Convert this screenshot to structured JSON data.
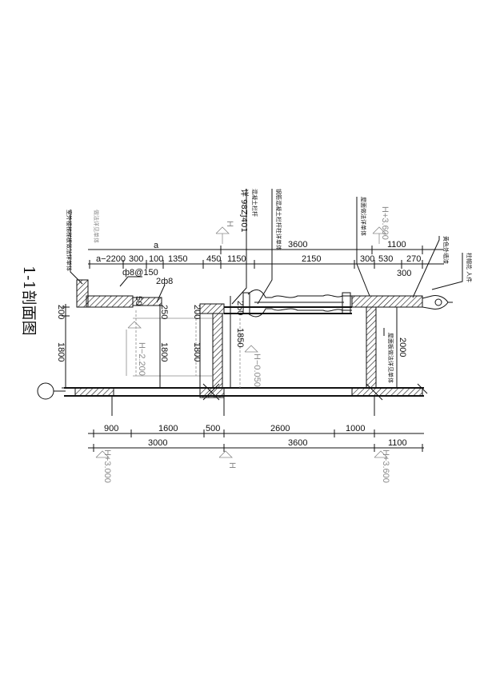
{
  "title": "1-1剖面图",
  "top_dims": {
    "a": "a",
    "total": "3600",
    "right_total": "1100",
    "segments": [
      "a−2200",
      "300",
      "100",
      "1350",
      "450",
      "1150",
      "2150",
      "300",
      "530",
      "270"
    ],
    "sub_300": "300"
  },
  "bottom_dims": {
    "segments": [
      "900",
      "1600",
      "500",
      "2600",
      "1000"
    ],
    "totals": [
      "3000",
      "3600",
      "1100"
    ]
  },
  "vertical_dims": {
    "left_1800": "1800",
    "left_200": "200",
    "mid_250a": "250",
    "mid_1800a": "1800",
    "mid_200": "200",
    "mid_1800b": "1800",
    "col_250": "250",
    "col_1850": "1850",
    "right_2000": "2000",
    "n_50": "50"
  },
  "rebar": {
    "r1": "ф8@150",
    "r2": "2ф8"
  },
  "levels": {
    "top_right": "H+3.600",
    "top_mid": "H",
    "mid_neg": "H−2.200",
    "col_neg": "H−0.050",
    "bot_left": "H+3.000",
    "bot_mid": "H",
    "bot_right": "H+3.600"
  },
  "notes": {
    "n1": "室外楼梯梯板做法详单体",
    "n2": "做法详见单体",
    "n3": "混凝土栏杆",
    "n4": "详 98ZJ401",
    "n5": "钢筋混凝土栏杆柱详单体",
    "n6": "屋面做法详单体",
    "n7": "黄色外墙漆",
    "n8": "柱帽花 人件",
    "n9": "屋面板做法详见单体"
  }
}
